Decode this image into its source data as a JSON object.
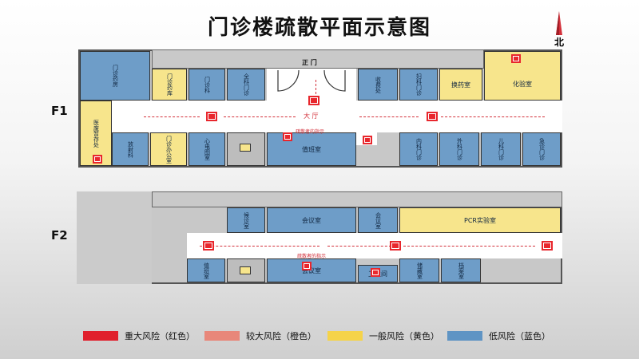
{
  "title": "门诊楼疏散平面示意图",
  "north": "北",
  "floors": {
    "f1": "F1",
    "f2": "F2"
  },
  "f1": {
    "main_door": "正 门",
    "hall": "大 厅",
    "evac_note": "疏散者的指示",
    "rooms": {
      "r1": "门诊药房",
      "r2": "门诊药库",
      "r3": "门诊科",
      "r4": "全科门诊",
      "r5": "收费处",
      "r6": "妇科门诊",
      "r7": "换药室",
      "r8": "化验室",
      "r9": "放射科",
      "r10": "门诊办公室",
      "r11": "心电图室",
      "r12": "值班室",
      "r13": "内科门诊",
      "r14": "外科门诊",
      "r15": "儿科门诊",
      "r16": "急诊门诊",
      "r17": "医废暂存处"
    }
  },
  "f2": {
    "evac_note": "疏散者的指示",
    "pcr": "PCR实验室",
    "rooms": {
      "a1": "候诊室",
      "a2": "会议室",
      "a3": "会议室",
      "a4": "值班室",
      "a5": "会议室",
      "a6": "卫生间",
      "a7": "储藏室",
      "a8": "档案室"
    }
  },
  "legend": [
    {
      "label": "重大风险（红色）",
      "color": "#e0202c"
    },
    {
      "label": "较大风险（橙色）",
      "color": "#e8877a"
    },
    {
      "label": "一般风险（黄色）",
      "color": "#f5d34a"
    },
    {
      "label": "低风险（蓝色）",
      "color": "#5f94c4"
    }
  ]
}
